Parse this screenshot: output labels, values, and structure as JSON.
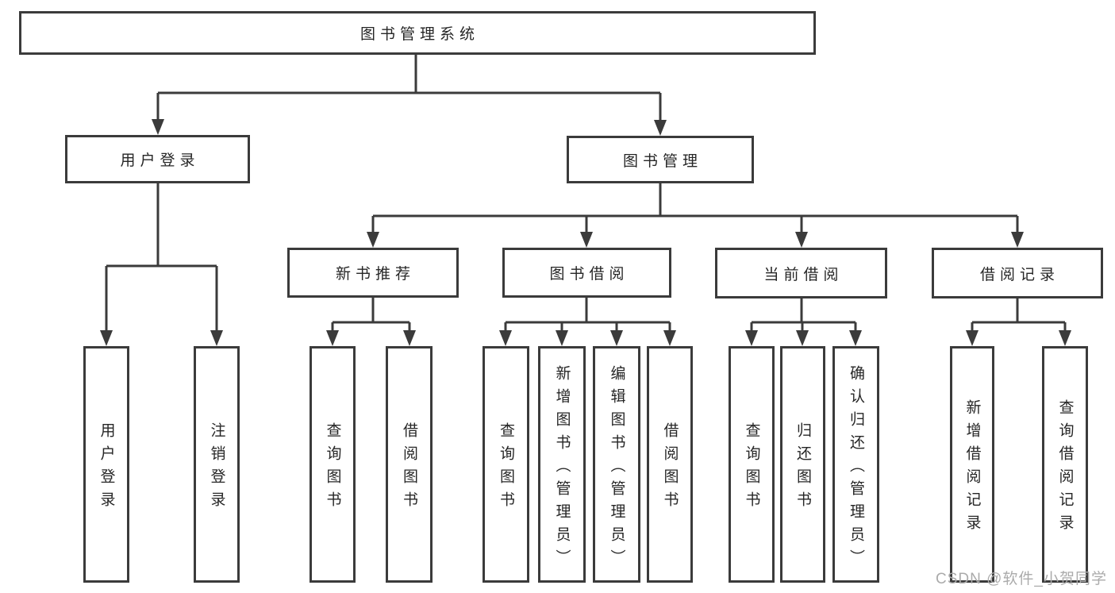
{
  "diagram": {
    "root": "图书管理系统",
    "branches": {
      "user_login": "用户登录",
      "book_mgmt": "图书管理"
    },
    "sections": {
      "new_book_rec": "新书推荐",
      "book_borrow": "图书借阅",
      "current_borrow": "当前借阅",
      "borrow_records": "借阅记录"
    },
    "leaves": {
      "user_login": "用户登录",
      "logout": "注销登录",
      "rec_query_books": "查询图书",
      "rec_borrow_books": "借阅图书",
      "bor_query_books": "查询图书",
      "bor_add_books": "新增图书（管理员）",
      "bor_edit_books": "编辑图书（管理员）",
      "bor_borrow_books": "借阅图书",
      "cur_query_books": "查询图书",
      "cur_return_books": "归还图书",
      "cur_confirm_return": "确认归还（管理员）",
      "hist_add_record": "新增借阅记录",
      "hist_query_record": "查询借阅记录"
    }
  },
  "watermark": "CSDN @软件_小贺同学",
  "colors": {
    "line": "#3b3b3b",
    "text": "#262626",
    "watermark": "#ababab",
    "background": "#ffffff"
  }
}
